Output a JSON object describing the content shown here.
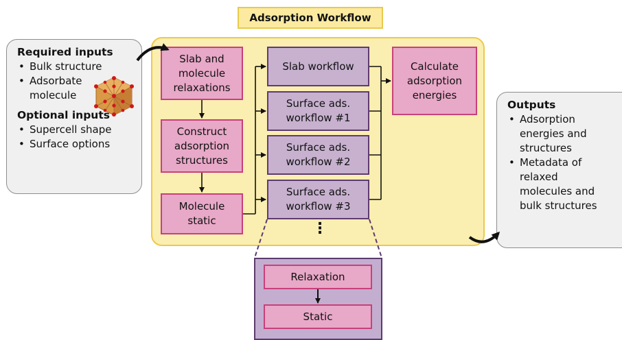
{
  "title": "Adsorption Workflow",
  "inputs": {
    "required_heading": "Required inputs",
    "required_items": [
      "Bulk structure",
      "Adsorbate",
      "molecule"
    ],
    "optional_heading": "Optional inputs",
    "optional_items": [
      "Supercell shape",
      "Surface options"
    ]
  },
  "steps": {
    "slab_molecule": [
      "Slab and",
      "molecule",
      "relaxations"
    ],
    "construct": [
      "Construct",
      "adsorption",
      "structures"
    ],
    "molecule_static": [
      "Molecule",
      "static"
    ]
  },
  "workflows": {
    "slab": "Slab workflow",
    "surface1": [
      "Surface ads.",
      "workflow #1"
    ],
    "surface2": [
      "Surface ads.",
      "workflow #2"
    ],
    "surface3": [
      "Surface ads.",
      "workflow #3"
    ],
    "ellipsis": "⋮"
  },
  "calculate": [
    "Calculate",
    "adsorption",
    "energies"
  ],
  "detail": {
    "relaxation": "Relaxation",
    "static": "Static"
  },
  "outputs": {
    "heading": "Outputs",
    "items": [
      [
        "Adsorption",
        "energies and",
        "structures"
      ],
      [
        "Metadata of",
        "relaxed",
        "molecules and",
        "bulk structures"
      ]
    ]
  },
  "colors": {
    "pink_fill": "#e8a8c8",
    "pink_border": "#c8407a",
    "purple_fill": "#c7b1cf",
    "purple_border": "#5e3a70",
    "workflow_bg": "#faeeb0",
    "title_bg": "#fbeaa0"
  }
}
